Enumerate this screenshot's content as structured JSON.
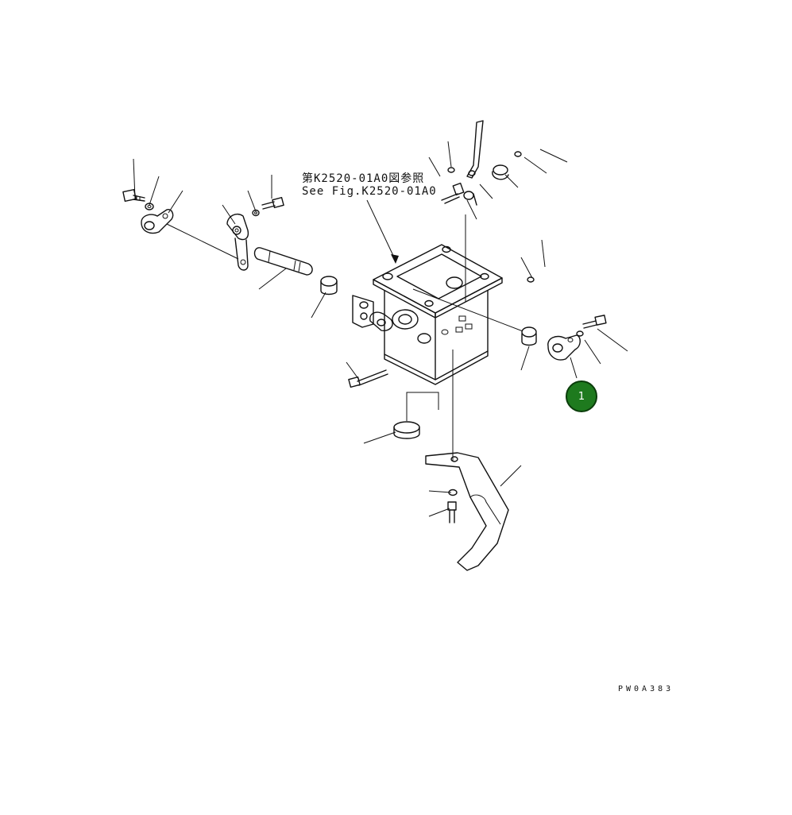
{
  "reference_note": {
    "line1": "第K2520-01A0図参照",
    "line2": "See Fig.K2520-01A0"
  },
  "callouts": [
    {
      "label": "1",
      "color": "#1e7a1e"
    }
  ],
  "drawing_code": "PW0A383"
}
